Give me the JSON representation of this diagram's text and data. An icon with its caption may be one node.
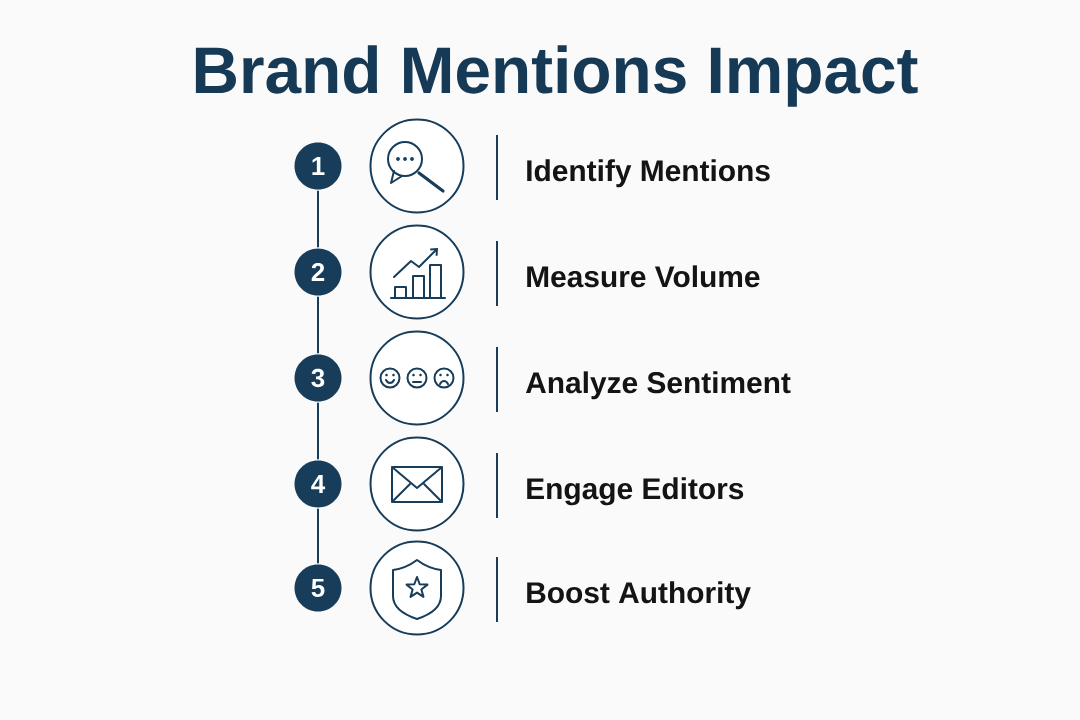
{
  "diagram": {
    "title": "Brand Mentions Impact",
    "nodes": [
      {
        "text": [
          "1"
        ]
      },
      {
        "text": [],
        "shape": "circle",
        "beside": [
          "Identify Mentions"
        ]
      },
      {
        "text": [
          "2"
        ]
      },
      {
        "text": [],
        "shape": "circle",
        "beside": [
          "Measure Volume"
        ]
      },
      {
        "text": [
          "3"
        ]
      },
      {
        "text": [],
        "shape": "circle",
        "beside": [
          "Analyze Sentiment"
        ]
      },
      {
        "text": [
          "4"
        ]
      },
      {
        "text": [],
        "shape": "circle",
        "beside": [
          "Engage Editors"
        ]
      },
      {
        "text": [
          "5"
        ]
      },
      {
        "text": [],
        "shape": "circle",
        "beside": [
          "Boost Authority"
        ]
      }
    ],
    "edges": [
      {
        "from": 0,
        "to": 2,
        "arrow": "none"
      },
      {
        "from": 2,
        "to": 4,
        "arrow": "none"
      },
      {
        "from": 4,
        "to": 6,
        "arrow": "none"
      },
      {
        "from": 6,
        "to": 8,
        "arrow": "none"
      }
    ]
  }
}
